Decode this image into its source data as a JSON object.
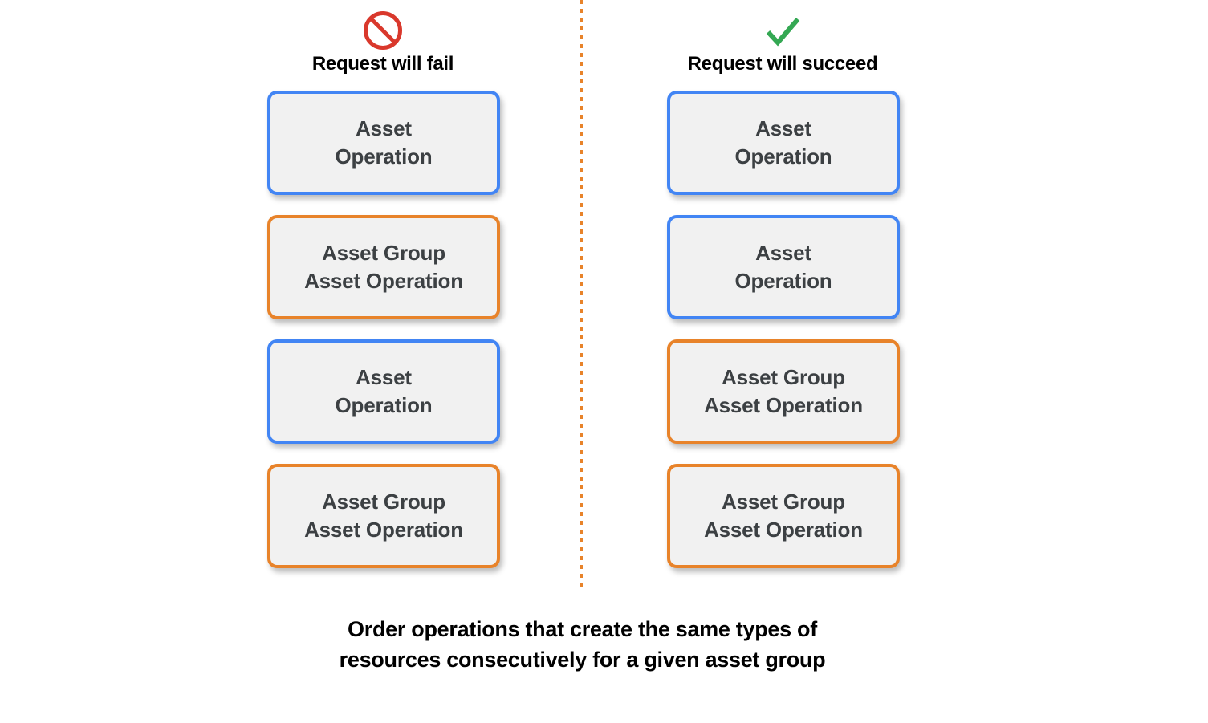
{
  "colors": {
    "blue_border": "#4285f4",
    "orange_border": "#e8832a",
    "box_fill": "#f1f1f1",
    "box_text": "#3c4043",
    "fail_icon": "#d9382c",
    "success_icon": "#34a853",
    "divider": "#e8832a",
    "background": "#ffffff"
  },
  "columns": [
    {
      "id": "fail",
      "icon_name": "prohibition-icon",
      "title": "Request will fail",
      "nodes": [
        {
          "type": "asset",
          "color": "blue",
          "line1": "Asset",
          "line2": "Operation"
        },
        {
          "type": "asset-group",
          "color": "orange",
          "line1": "Asset Group",
          "line2": "Asset Operation"
        },
        {
          "type": "asset",
          "color": "blue",
          "line1": "Asset",
          "line2": "Operation"
        },
        {
          "type": "asset-group",
          "color": "orange",
          "line1": "Asset Group",
          "line2": "Asset Operation"
        }
      ]
    },
    {
      "id": "succeed",
      "icon_name": "checkmark-icon",
      "title": "Request will succeed",
      "nodes": [
        {
          "type": "asset",
          "color": "blue",
          "line1": "Asset",
          "line2": "Operation"
        },
        {
          "type": "asset",
          "color": "blue",
          "line1": "Asset",
          "line2": "Operation"
        },
        {
          "type": "asset-group",
          "color": "orange",
          "line1": "Asset Group",
          "line2": "Asset Operation"
        },
        {
          "type": "asset-group",
          "color": "orange",
          "line1": "Asset Group",
          "line2": "Asset Operation"
        }
      ]
    }
  ],
  "caption": {
    "line1": "Order operations that create the same types of",
    "line2": "resources consecutively for a given asset group"
  }
}
